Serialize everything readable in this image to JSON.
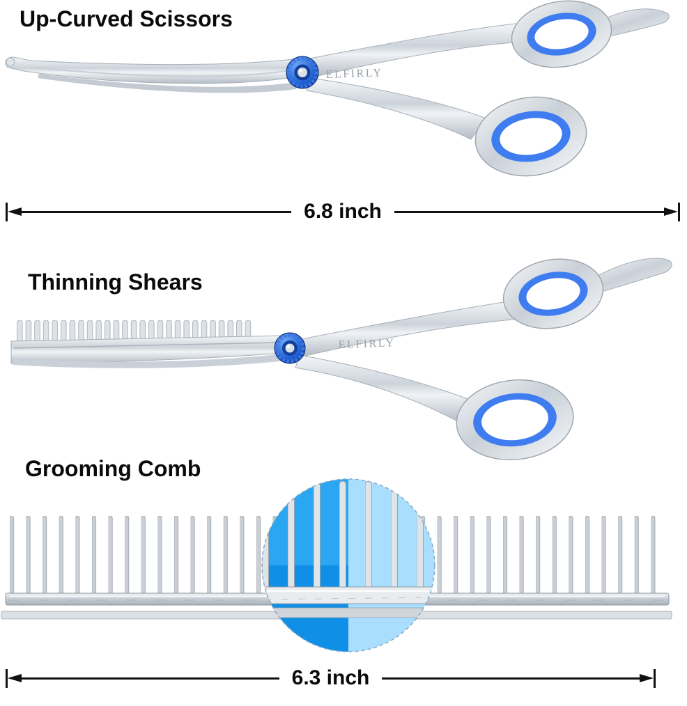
{
  "sections": {
    "up_curved": {
      "title": "Up-Curved Scissors",
      "brand": "ELFIRLY",
      "dimension_label": "6.8 inch"
    },
    "thinning": {
      "title": "Thinning Shears",
      "brand": "ELFIRLY"
    },
    "comb": {
      "title": "Grooming Comb",
      "dimension_label": "6.3 inch"
    }
  },
  "colors": {
    "handle_blue": "#3f7cf0",
    "knob_blue": "#1a4fc0",
    "magnifier_mid_blue": "#2aa6f2",
    "magnifier_light_blue": "#a9deff",
    "magnifier_deep_blue": "#0f8fe5",
    "text": "#0a0a0a",
    "metal_light": "#eef1f4",
    "metal_dark": "#b3bbc4"
  }
}
